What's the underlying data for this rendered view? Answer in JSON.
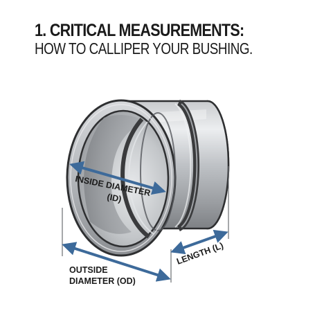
{
  "header": {
    "title": "1. CRITICAL MEASUREMENTS:",
    "subtitle": "HOW TO CALLIPER YOUR BUSHING."
  },
  "labels": {
    "inside_diameter_line1": "INSIDE DIAMETER",
    "inside_diameter_line2": "(ID)",
    "length": "LENGTH (L)",
    "outside_diameter_line1": "OUTSIDE",
    "outside_diameter_line2": "DIAMETER (OD)"
  },
  "colors": {
    "arrow": "#3d6a9a",
    "text": "#1a1a1a",
    "steel_dark": "#6f7276",
    "steel_light": "#d8dadd"
  },
  "icons": {
    "bushing": "steel-bushing-illustration"
  }
}
